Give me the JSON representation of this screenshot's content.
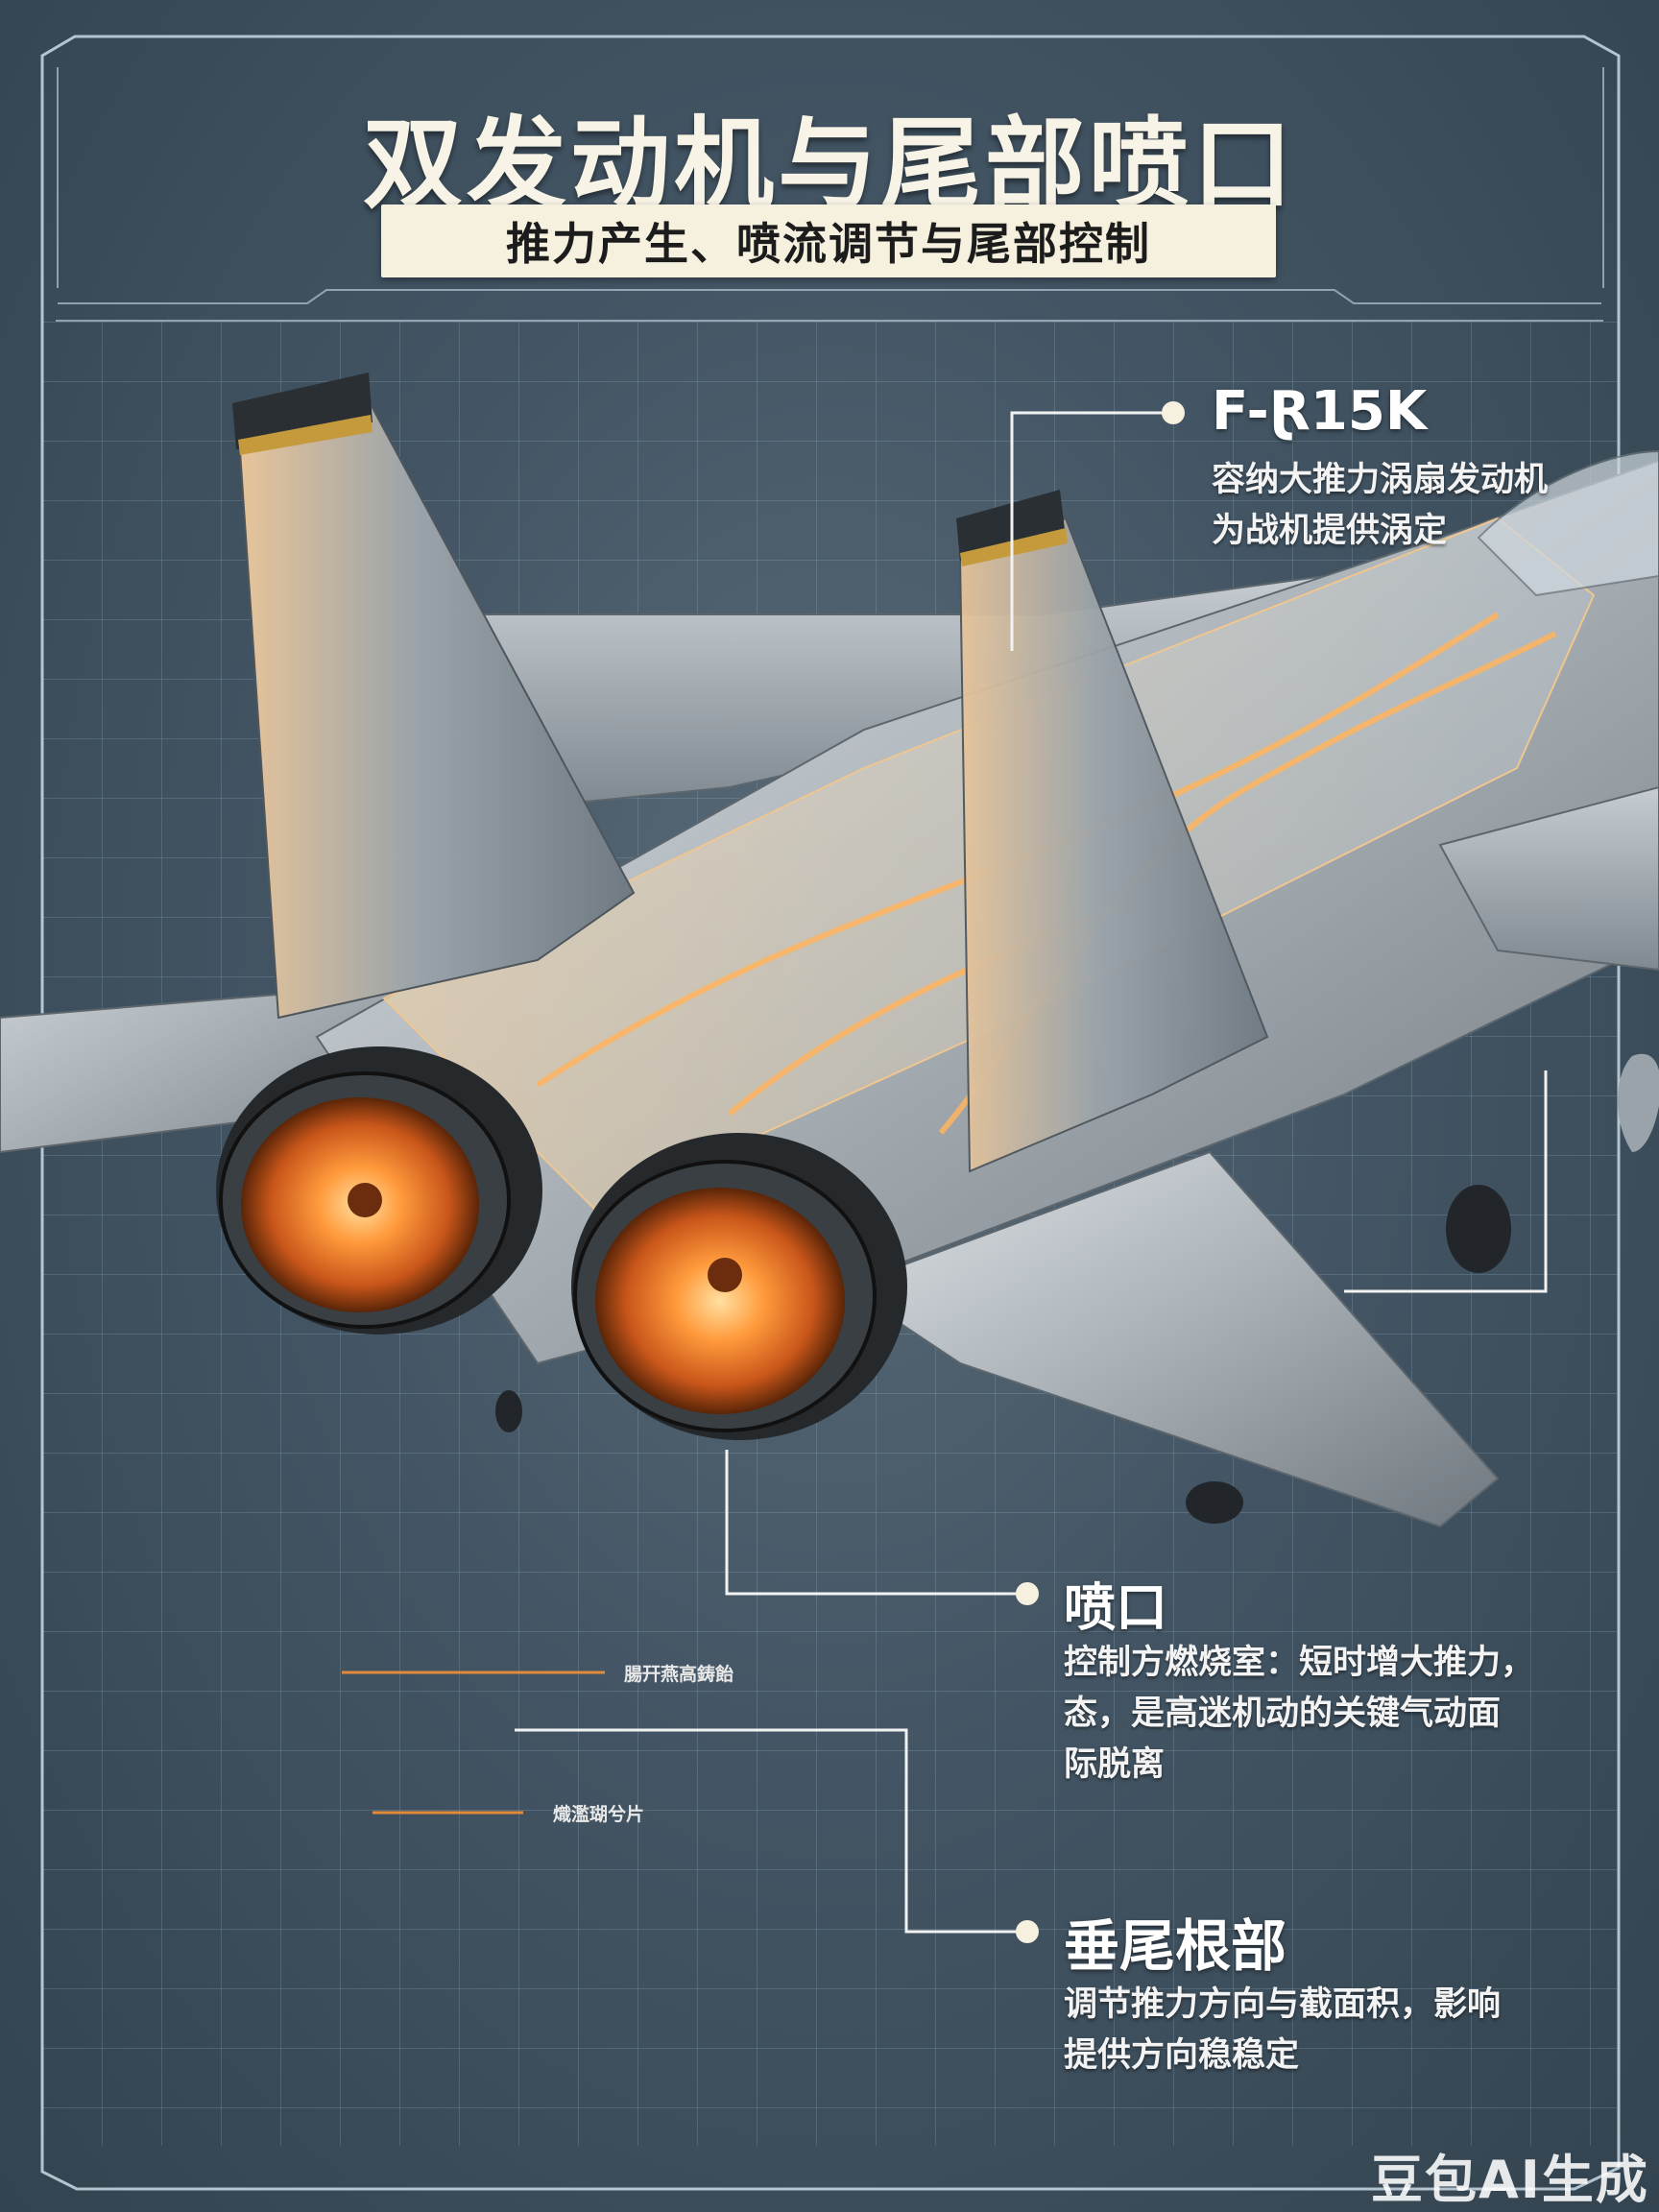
{
  "title": "双发动机与尾部喷口",
  "subtitle": "推力产生、喷流调节与尾部控制",
  "callouts": {
    "engine": {
      "title": "F-Ɽ15K",
      "lines": [
        "容纳大推力涡扇发动机",
        "为战机提供涡定"
      ]
    },
    "nozzle": {
      "title": "喷口",
      "lines": [
        "控制方燃烧室：短时增大推力，",
        "态，是高迷机动的关键气动面",
        "际脱离"
      ]
    },
    "fin_root": {
      "title": "垂尾根部",
      "lines": [
        "调节推力方向与截面积，影响",
        "提供方向稳稳定"
      ]
    }
  },
  "small_labels": [
    "腸幵燕高鋳飴",
    "熾濫瑚兮片"
  ],
  "watermark": "豆包AI生成",
  "colors": {
    "background": "#3b4d5c",
    "title": "#f7f3e6",
    "subtitle_box": "#f6f1df",
    "accent_line_orange": "#e28a3a",
    "callout_line": "#f2f2f2",
    "engine_glow": "#ff9a3c",
    "airframe_metal": "#b9bfc4"
  },
  "icons": [
    "jet-illustration",
    "callout-dot"
  ]
}
